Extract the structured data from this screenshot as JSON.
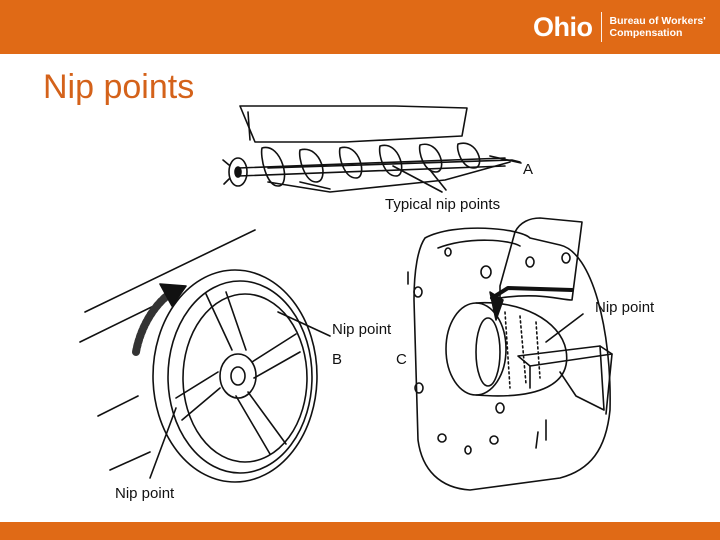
{
  "colors": {
    "brand_orange": "#e06a16",
    "title_orange": "#d4621a",
    "line": "#111111"
  },
  "header": {
    "logo_word": "Ohio",
    "logo_line1": "Bureau of Workers'",
    "logo_line2": "Compensation"
  },
  "title": "Nip points",
  "labels": {
    "a": "A",
    "typical": "Typical nip points",
    "nip_point_right": "Nip point",
    "nip_point_middle": "Nip point",
    "b": "B",
    "c": "C",
    "nip_point_bottom": "Nip point"
  }
}
